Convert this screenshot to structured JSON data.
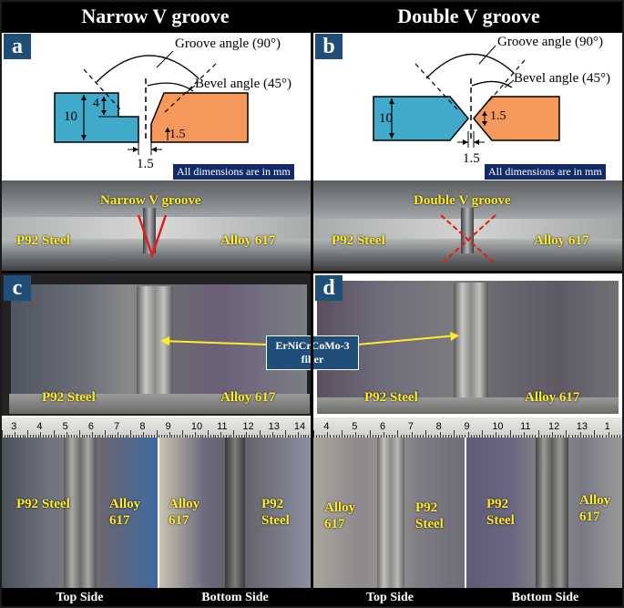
{
  "panel_a": {
    "title": "Narrow V groove",
    "tag": "a",
    "groove_angle_label": "Groove angle (90°)",
    "bevel_angle_label": "Bevel angle (45°)",
    "dim_10": "10",
    "dim_4": "4",
    "dim_1_5_root": "1.5",
    "dim_1_5_gap": "1.5",
    "mm_note": "All dimensions are in mm",
    "photo_title": "Narrow V groove",
    "left_material": "P92 Steel",
    "right_material": "Alloy 617"
  },
  "panel_b": {
    "title": "Double V groove",
    "tag": "b",
    "groove_angle_label": "Groove angle (90°)",
    "bevel_angle_label": "Bevel angle (45°)",
    "dim_10": "10",
    "dim_1_5_root": "1.5",
    "dim_1_5_gap": "1.5",
    "mm_note": "All dimensions are in mm",
    "photo_title": "Double V groove",
    "left_material": "P92 Steel",
    "right_material": "Alloy 617"
  },
  "panel_c": {
    "tag": "c",
    "left_material": "P92 Steel",
    "right_material": "Alloy 617",
    "ruler_marks": [
      "3",
      "4",
      "5",
      "6",
      "7",
      "8",
      "9",
      "10",
      "11",
      "12",
      "13",
      "14"
    ],
    "top_left_label": "P92 Steel",
    "top_right_label": "Alloy 617",
    "bottom_left_label": "Alloy 617",
    "bottom_right_label": "P92 Steel",
    "top_side": "Top Side",
    "bottom_side": "Bottom Side"
  },
  "panel_d": {
    "tag": "d",
    "left_material": "P92 Steel",
    "right_material": "Alloy 617",
    "ruler_marks": [
      "4",
      "5",
      "6",
      "7",
      "8",
      "9",
      "10",
      "11",
      "12",
      "13",
      "1"
    ],
    "top_left_label": "Alloy 617",
    "top_right_label": "P92 Steel",
    "bottom_left_label": "P92 Steel",
    "bottom_right_label": "Alloy 617",
    "top_side": "Top Side",
    "bottom_side": "Bottom Side"
  },
  "filler_callout": "ErNiCrCoMo-3 filler",
  "colors": {
    "p92": "#41a9c9",
    "alloy617": "#f4995b",
    "header": "#000000",
    "tag": "#1f4e79",
    "label": "#ffeb2a"
  }
}
